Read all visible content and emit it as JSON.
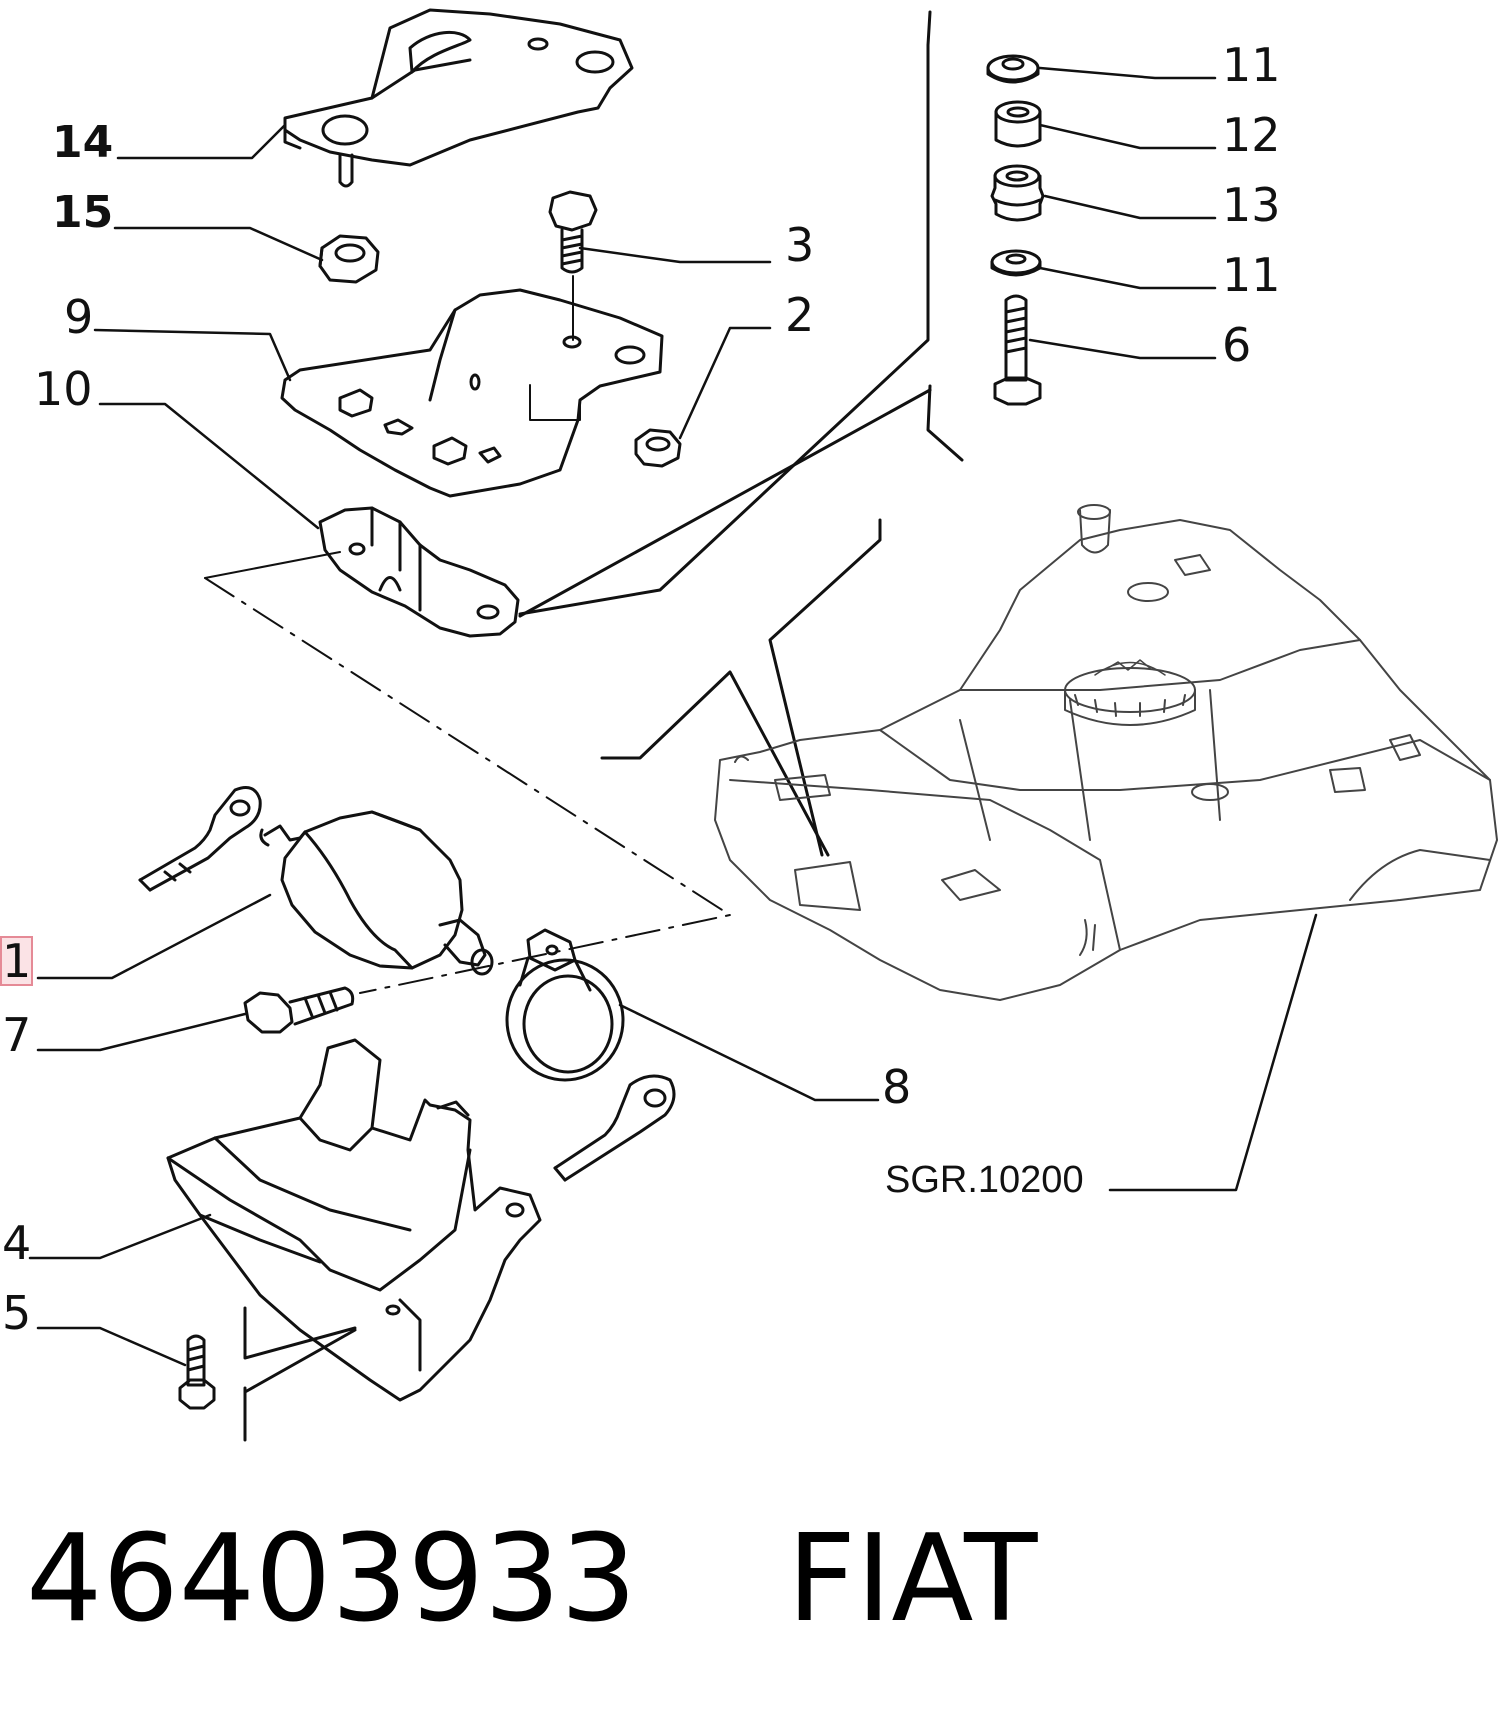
{
  "callouts": {
    "c1": "1",
    "c2": "2",
    "c3": "3",
    "c4": "4",
    "c5": "5",
    "c6": "6",
    "c7": "7",
    "c8": "8",
    "c9": "9",
    "c10": "10",
    "c11a": "11",
    "c11b": "11",
    "c12": "12",
    "c13": "13",
    "c14": "14",
    "c15": "15"
  },
  "group_ref": "SGR.10200",
  "footer": {
    "part_number": "46403933",
    "brand": "FIAT"
  },
  "colors": {
    "line": "#111111",
    "tank_line": "#555555",
    "highlight": "#fbe3e6",
    "highlight_border": "#e58a96"
  }
}
